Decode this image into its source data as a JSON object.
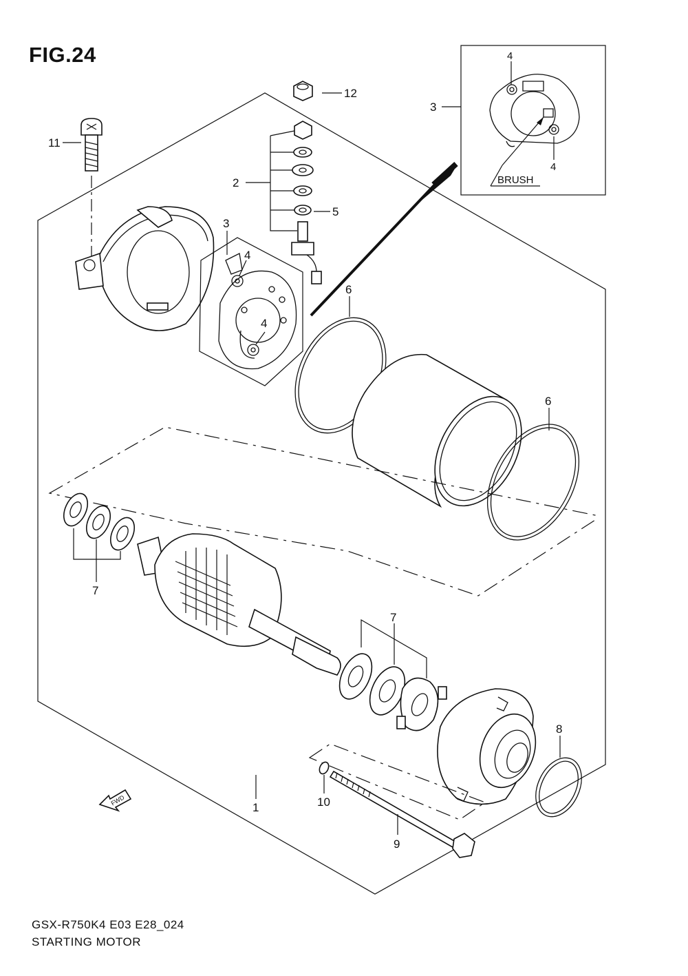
{
  "figure": {
    "title": "FIG.24",
    "model_code": "GSX-R750K4 E03 E28_024",
    "subtitle": "STARTING MOTOR"
  },
  "callouts": {
    "c1": "1",
    "c2": "2",
    "c3a": "3",
    "c3b": "3",
    "c4a": "4",
    "c4b": "4",
    "c4c": "4",
    "c4d": "4",
    "c5": "5",
    "c6a": "6",
    "c6b": "6",
    "c7a": "7",
    "c7b": "7",
    "c8": "8",
    "c9": "9",
    "c10": "10",
    "c11": "11",
    "c12": "12"
  },
  "inset": {
    "label": "BRUSH"
  },
  "fwd": {
    "label": "FWD"
  }
}
